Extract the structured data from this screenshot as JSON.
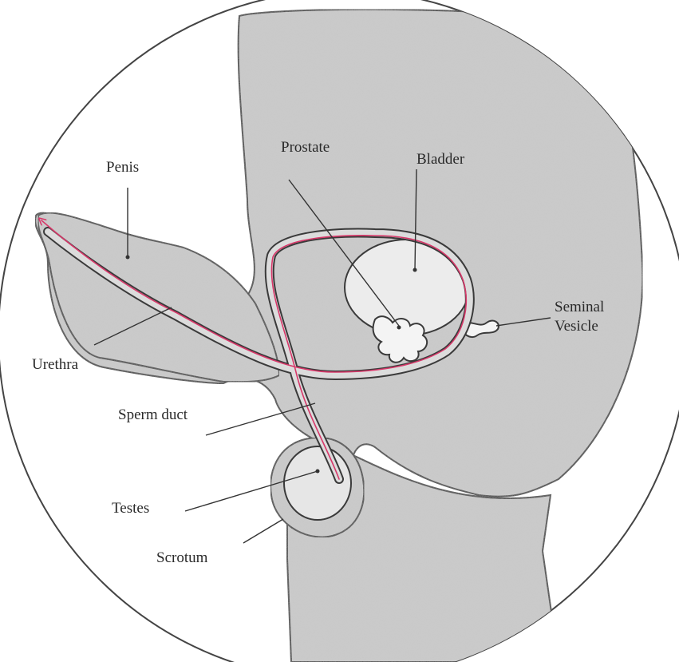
{
  "labels": {
    "penis": "Penis",
    "prostate": "Prostate",
    "bladder": "Bladder",
    "seminal_vesicle_line1": "Seminal",
    "seminal_vesicle_line2": "Vesicle",
    "urethra": "Urethra",
    "sperm_duct": "Sperm duct",
    "testes": "Testes",
    "scrotum": "Scrotum"
  },
  "colors": {
    "body_fill": "#cbcbcb",
    "outline": "#3a3a3a",
    "sperm_route": "#d8386a"
  }
}
